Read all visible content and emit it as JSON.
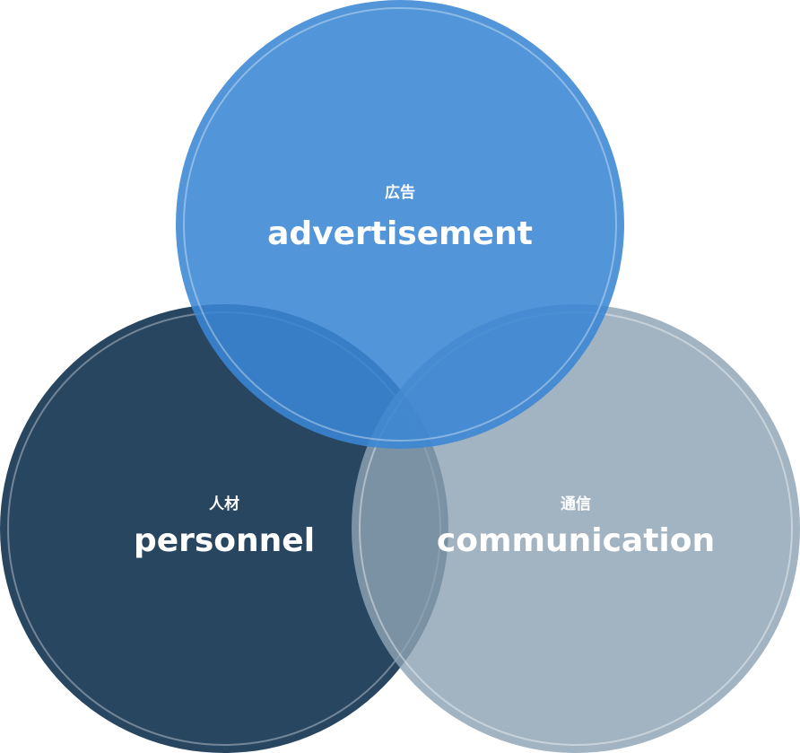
{
  "diagram": {
    "circles": [
      {
        "id": "advertisement",
        "label_jp": "広告",
        "label_en": "advertisement",
        "color": "#3a86d4"
      },
      {
        "id": "personnel",
        "label_jp": "人材",
        "label_en": "personnel",
        "color": "#294661"
      },
      {
        "id": "communication",
        "label_jp": "通信",
        "label_en": "communication",
        "color": "#8ea3b4"
      }
    ],
    "ring_color": "#ffffff"
  }
}
